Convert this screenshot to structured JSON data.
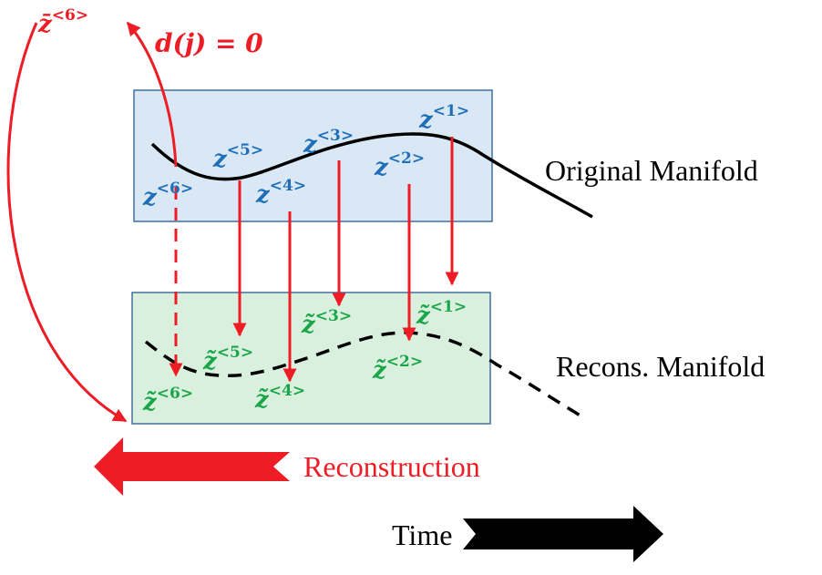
{
  "colors": {
    "red": "#ee1c24",
    "blue": "#1f6fb8",
    "green": "#1aa648",
    "black": "#000000",
    "original_box_fill": "#dae8f6",
    "original_box_stroke": "#41719c",
    "recons_box_fill": "#daf0df",
    "recons_box_stroke": "#41719c"
  },
  "top_label": {
    "base": "z̄",
    "sup": "<6>"
  },
  "distance_label": "d(j) = 0",
  "original_manifold": {
    "label": "Original Manifold",
    "points": [
      {
        "base": "z",
        "sup": "<1>"
      },
      {
        "base": "z",
        "sup": "<2>"
      },
      {
        "base": "z",
        "sup": "<3>"
      },
      {
        "base": "z",
        "sup": "<4>"
      },
      {
        "base": "z",
        "sup": "<5>"
      },
      {
        "base": "z",
        "sup": "<6>"
      }
    ]
  },
  "recons_manifold": {
    "label": "Recons. Manifold",
    "points": [
      {
        "base": "z̃",
        "sup": "<1>"
      },
      {
        "base": "z̃",
        "sup": "<2>"
      },
      {
        "base": "z̃",
        "sup": "<3>"
      },
      {
        "base": "z̃",
        "sup": "<4>"
      },
      {
        "base": "z̃",
        "sup": "<5>"
      },
      {
        "base": "z̃",
        "sup": "<6>"
      }
    ]
  },
  "reconstruction_label": "Reconstruction",
  "time_label": "Time"
}
